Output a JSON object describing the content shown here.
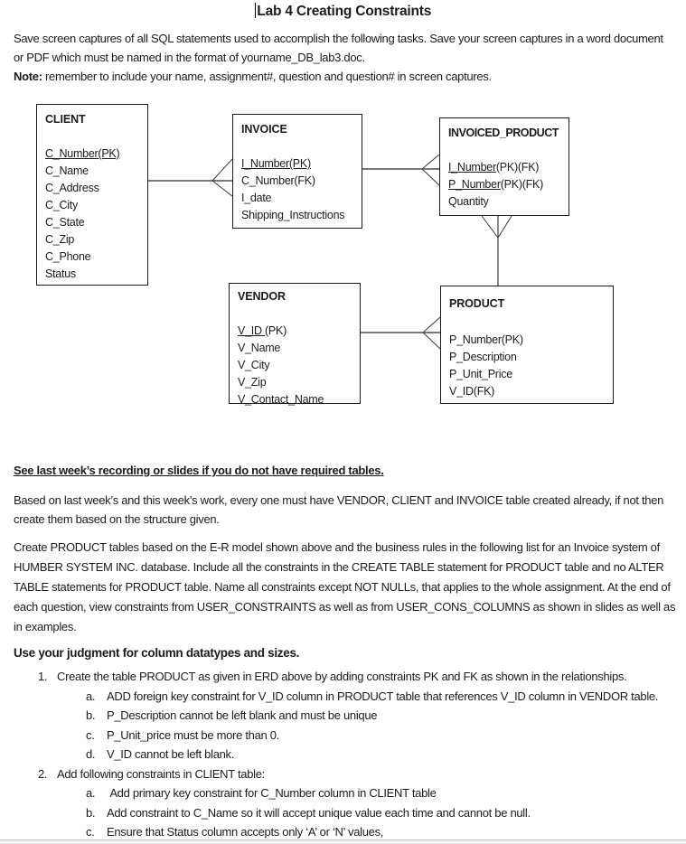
{
  "title": "Lab 4 Creating Constraints",
  "intro": {
    "line1": "Save screen captures of all SQL statements used to accomplish the following tasks. Save your screen captures in a word document or PDF which must be named in the format of yourname_DB_lab3.doc.",
    "note_label": "Note:",
    "note_text": " remember to include your name, assignment#, question and question# in screen captures."
  },
  "diagram": {
    "entities": {
      "client": {
        "title": "CLIENT",
        "attrs": [
          {
            "u": "C_Number(PK)",
            "t": ""
          },
          {
            "u": "",
            "t": "C_Name"
          },
          {
            "u": "",
            "t": "C_Address"
          },
          {
            "u": "",
            "t": "C_City"
          },
          {
            "u": "",
            "t": "C_State"
          },
          {
            "u": "",
            "t": "C_Zip"
          },
          {
            "u": "",
            "t": "C_Phone"
          },
          {
            "u": "",
            "t": "Status"
          }
        ]
      },
      "invoice": {
        "title": "INVOICE",
        "attrs": [
          {
            "u": "I_Number(PK)",
            "t": ""
          },
          {
            "u": "",
            "t": "C_Number(FK)"
          },
          {
            "u": "",
            "t": "I_date"
          },
          {
            "u": "",
            "t": "Shipping_Instructions"
          }
        ]
      },
      "invoiced_product": {
        "title": "INVOICED_PRODUCT",
        "attrs": [
          {
            "u": "I_Number",
            "t": "(PK)(FK)"
          },
          {
            "u": "P_Number",
            "t": "(PK)(FK)"
          },
          {
            "u": "",
            "t": "Quantity"
          }
        ]
      },
      "vendor": {
        "title": "VENDOR",
        "attrs": [
          {
            "u": "V_ID ",
            "t": "(PK)"
          },
          {
            "u": "",
            "t": "V_Name"
          },
          {
            "u": "",
            "t": "V_City"
          },
          {
            "u": "",
            "t": "V_Zip"
          },
          {
            "u": "",
            "t": "V_Contact_Name"
          }
        ]
      },
      "product": {
        "title": "PRODUCT",
        "attrs": [
          {
            "u": "",
            "t": "P_Number(PK)"
          },
          {
            "u": "",
            "t": "P_Description"
          },
          {
            "u": "",
            "t": "P_Unit_Price"
          },
          {
            "u": "",
            "t": "V_ID(FK)"
          }
        ]
      }
    },
    "relationships": [
      {
        "from": "CLIENT",
        "to": "INVOICE",
        "type": "one-to-many",
        "crow_foot_at": "INVOICE"
      },
      {
        "from": "INVOICE",
        "to": "INVOICED_PRODUCT",
        "type": "one-to-many",
        "crow_foot_at": "INVOICED_PRODUCT"
      },
      {
        "from": "PRODUCT",
        "to": "INVOICED_PRODUCT",
        "type": "one-to-many",
        "crow_foot_at": "INVOICED_PRODUCT"
      },
      {
        "from": "VENDOR",
        "to": "PRODUCT",
        "type": "one-to-many",
        "crow_foot_at": "PRODUCT"
      }
    ]
  },
  "section": {
    "see_heading": "See last week’s recording or slides if you do not have required tables.",
    "para1": "Based on last week’s and this week’s work, every one must have VENDOR, CLIENT and INVOICE table created already, if not then create them based on the structure given.",
    "para2": "Create PRODUCT tables based on the E-R model shown above and the business rules in the following list for an Invoice system of HUMBER SYSTEM INC. database. Include all the constraints in the CREATE TABLE statement for PRODUCT table and no ALTER TABLE statements for PRODUCT table. Name all constraints except NOT NULLs, that applies to the whole assignment. At the end of each question, view constraints from USER_CONSTRAINTS as well as from USER_CONS_COLUMNS as shown in slides as well as in examples.",
    "judgment_heading": "Use your judgment for column datatypes and sizes."
  },
  "tasks": [
    {
      "num": "1.",
      "text": "Create the table PRODUCT as given in ERD above by adding constraints PK and FK as shown in the relationships.",
      "subitems": [
        {
          "letter": "a.",
          "text": "ADD foreign key constraint for V_ID column in PRODUCT table that references V_ID column in VENDOR table."
        },
        {
          "letter": "b.",
          "text": "P_Description cannot be left blank and must be unique"
        },
        {
          "letter": "c.",
          "text": "P_Unit_price must be more than 0."
        },
        {
          "letter": "d.",
          "text": "V_ID cannot be left blank."
        }
      ]
    },
    {
      "num": "2.",
      "text": "Add following constraints in CLIENT table:",
      "subitems": [
        {
          "letter": "a.",
          "text": " Add primary key constraint for C_Number column in CLIENT table"
        },
        {
          "letter": "b.",
          "text": "Add constraint to C_Name so it will accept unique value each time and cannot be null."
        },
        {
          "letter": "c.",
          "text": "Ensure that Status column accepts only ‘A’ or ‘N’ values,"
        }
      ]
    }
  ],
  "colors": {
    "line": "#4d4d4d",
    "box_border": "#1a1a1a",
    "text": "#1c1c1c"
  }
}
